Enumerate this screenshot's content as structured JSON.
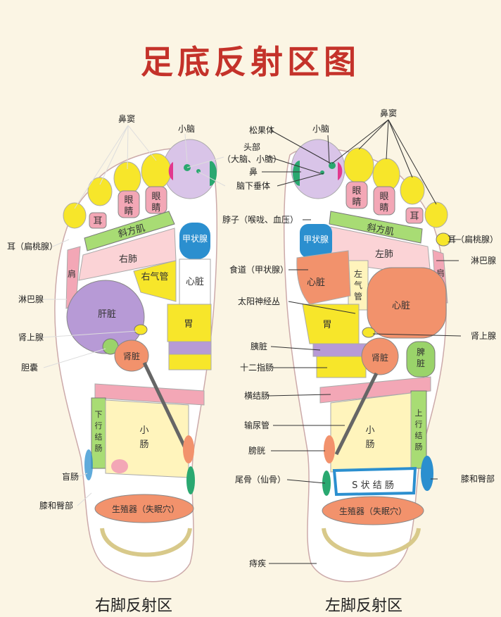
{
  "title": "足底反射区图",
  "captions": {
    "right_foot": "右脚反射区",
    "left_foot": "左脚反射区"
  },
  "colors": {
    "title": "#c4322a",
    "background": "#fbf5e4",
    "yellow": "#f7e62a",
    "pink": "#f3a7b6",
    "lavender": "#d9c4e8",
    "purple": "#b79ad6",
    "blue": "#2b8fcf",
    "green": "#9ad36a",
    "salmon": "#f2926c",
    "light_pink": "#fbd3d6",
    "cream": "#fff4bc"
  },
  "center_labels": {
    "pineal": "松果体",
    "head": "头部",
    "head_sub": "（大脑、小脑）",
    "nose": "鼻",
    "pituitary": "脑下垂体",
    "neck": "脖子（喉咙、血压）",
    "esophagus": "食道（甲状腺）",
    "solar_plexus": "太阳神经丛",
    "pancreas": "胰脏",
    "duodenum": "十二指肠",
    "transverse_colon": "横结肠",
    "ureter": "输尿管",
    "bladder": "膀胱",
    "coccyx": "尾骨（仙骨）",
    "hemorrhoids": "痔疾"
  },
  "right_outer_labels": {
    "sinus": "鼻窦",
    "cerebellum": "小脑",
    "ear_tonsil": "耳（扁桃腺）",
    "lymph": "淋巴腺",
    "adrenal": "肾上腺",
    "gallbladder": "胆囊",
    "cecum": "盲肠",
    "knee_hip": "膝和臀部"
  },
  "left_outer_labels": {
    "sinus": "鼻窦",
    "cerebellum": "小脑",
    "ear_tonsil": "耳（扁桃腺）",
    "lymph": "淋巴腺",
    "adrenal": "肾上腺",
    "knee_hip": "膝和臀部"
  },
  "right_foot_zones": {
    "eye1": "眼",
    "eye1b": "睛",
    "eye2": "眼",
    "eye2b": "睛",
    "ear": "耳",
    "trapezius": "斜方肌",
    "right_lung": "右肺",
    "right_bronchus": "右气管",
    "shoulder": "肩",
    "liver": "肝脏",
    "kidney": "肾脏",
    "thyroid": "甲状腺",
    "heart": "心脏",
    "stomach": "胃",
    "descending_colon_1": "下",
    "descending_colon_2": "行",
    "descending_colon_3": "结",
    "descending_colon_4": "肠",
    "small_intestine_1": "小",
    "small_intestine_2": "肠",
    "genitals": "生殖器（失眠穴）"
  },
  "left_foot_zones": {
    "eye1": "眼",
    "eye1b": "睛",
    "eye2": "眼",
    "eye2b": "睛",
    "ear": "耳",
    "trapezius": "斜方肌",
    "left_lung": "左肺",
    "left_bronchus_1": "左",
    "left_bronchus_2": "气",
    "left_bronchus_3": "管",
    "shoulder": "肩",
    "thyroid": "甲状腺",
    "heart_small": "心脏",
    "heart": "心脏",
    "stomach": "胃",
    "kidney": "肾脏",
    "spleen_1": "脾",
    "spleen_2": "脏",
    "ascending_colon_1": "上",
    "ascending_colon_2": "行",
    "ascending_colon_3": "结",
    "ascending_colon_4": "肠",
    "small_intestine_1": "小",
    "small_intestine_2": "肠",
    "s_colon": "S 状 结 肠",
    "genitals": "生殖器（失眠穴）"
  }
}
